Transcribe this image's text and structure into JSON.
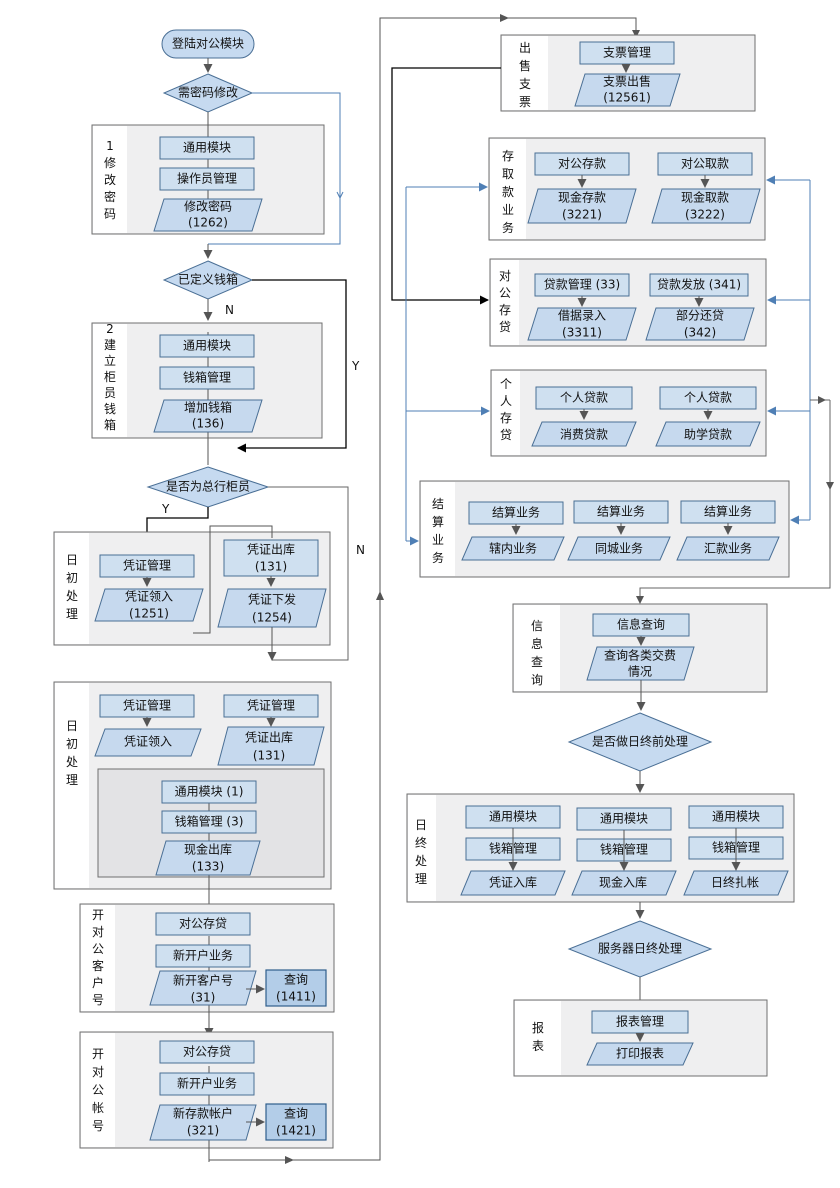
{
  "start": "登陆对公模块",
  "decisions": {
    "pwd": "需密码修改",
    "box": "已定义钱箱",
    "head": "是否为总行柜员",
    "preday": "是否做日终前处理",
    "server": "服务器日终处理"
  },
  "yn": {
    "n": "N",
    "y": "Y"
  },
  "s1": {
    "title": [
      "1",
      "修",
      "改",
      "密",
      "码"
    ],
    "b1": "通用模块",
    "b2": "操作员管理",
    "p1": "修改密码",
    "p1c": "(1262)"
  },
  "s2": {
    "title": [
      "2",
      "建",
      "立",
      "柜",
      "员",
      "钱",
      "箱"
    ],
    "b1": "通用模块",
    "b2": "钱箱管理",
    "p1": "增加钱箱",
    "p1c": "(136)"
  },
  "s3": {
    "title": [
      "日",
      "初",
      "处",
      "理"
    ],
    "b1": "凭证管理",
    "p1": "凭证领入",
    "p1c": "(1251)",
    "b2": "凭证出库",
    "b2c": "(131)",
    "p2": "凭证下发",
    "p2c": "(1254)"
  },
  "s4": {
    "title": [
      "日",
      "初",
      "处",
      "理"
    ],
    "b1": "凭证管理",
    "p1": "凭证领入",
    "b2": "凭证管理",
    "p2": "凭证出库",
    "p2c": "(131)",
    "b3": "通用模块 (1)",
    "b4": "钱箱管理 (3)",
    "p3": "现金出库",
    "p3c": "(133)"
  },
  "s5": {
    "title": [
      "开",
      "对",
      "公",
      "客",
      "户",
      "号"
    ],
    "b1": "对公存贷",
    "b2": "新开户业务",
    "p1": "新开客户号",
    "p1c": "(31)",
    "q": "查询",
    "qc": "(1411)"
  },
  "s6": {
    "title": [
      "开",
      "对",
      "公",
      "帐",
      "号"
    ],
    "b1": "对公存贷",
    "b2": "新开户业务",
    "p1": "新存款帐户",
    "p1c": "(321)",
    "q": "查询",
    "qc": "(1421)"
  },
  "r1": {
    "title": [
      "出",
      "售",
      "支",
      "票"
    ],
    "b1": "支票管理",
    "p1": "支票出售",
    "p1c": "(12561)"
  },
  "r2": {
    "title": [
      "存",
      "取",
      "款",
      "业",
      "务"
    ],
    "b1": "对公存款",
    "p1": "现金存款",
    "p1c": "(3221)",
    "b2": "对公取款",
    "p2": "现金取款",
    "p2c": "(3222)"
  },
  "r3": {
    "title": [
      "对",
      "公",
      "存",
      "贷"
    ],
    "b1": "贷款管理 (33)",
    "p1": "借据录入",
    "p1c": "(3311)",
    "b2": "贷款发放 (341)",
    "p2": "部分还贷",
    "p2c": "(342)"
  },
  "r4": {
    "title": [
      "个",
      "人",
      "存",
      "贷"
    ],
    "b1": "个人贷款",
    "p1": "消费贷款",
    "b2": "个人贷款",
    "p2": "助学贷款"
  },
  "r5": {
    "title": [
      "结",
      "算",
      "业",
      "务"
    ],
    "b1": "结算业务",
    "p1": "辖内业务",
    "b2": "结算业务",
    "p2": "同城业务",
    "b3": "结算业务",
    "p3": "汇款业务"
  },
  "r6": {
    "title": [
      "信",
      "息",
      "查",
      "询"
    ],
    "b1": "信息查询",
    "p1": "查询各类交费",
    "p1b": "情况"
  },
  "r7": {
    "title": [
      "日",
      "终",
      "处",
      "理"
    ],
    "b1": "通用模块",
    "b2": "钱箱管理",
    "p1": "凭证入库",
    "b3": "通用模块",
    "b4": "钱箱管理",
    "p2": "现金入库",
    "b5": "通用模块",
    "b6": "钱箱管理",
    "p3": "日终扎帐"
  },
  "r8": {
    "title": [
      "报",
      "表"
    ],
    "b1": "报表管理",
    "p1": "打印报表"
  }
}
